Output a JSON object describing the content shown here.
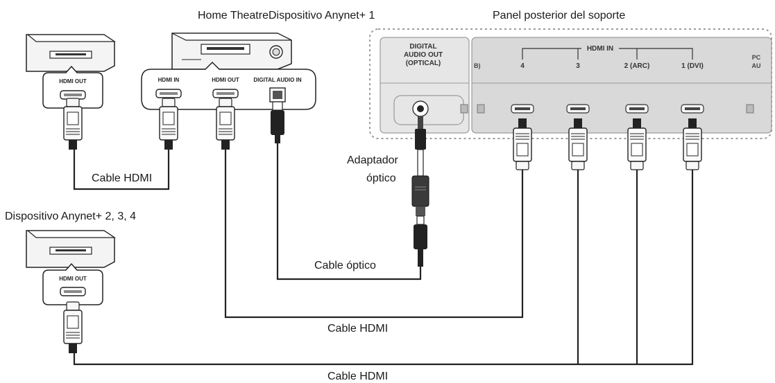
{
  "labels": {
    "home_theatre": "Home TheatreDispositivo Anynet+ 1",
    "panel_title": "Panel posterior del soporte",
    "anynet_234": "Dispositivo Anynet+ 2, 3, 4",
    "cable_hdmi_left": "Cable HDMI",
    "cable_hdmi_mid": "Cable HDMI",
    "cable_hdmi_bottom": "Cable HDMI",
    "cable_optico": "Cable óptico",
    "adaptador_line1": "Adaptador",
    "adaptador_line2": "óptico"
  },
  "ports": {
    "hdmi_out_top": "HDMI OUT",
    "hdmi_out_bottom": "HDMI OUT",
    "hdmi_in": "HDMI IN",
    "hdmi_out_ht": "HDMI OUT",
    "digital_audio_in": "DIGITAL AUDIO IN"
  },
  "panel": {
    "digital_audio_out_l1": "DIGITAL",
    "digital_audio_out_l2": "AUDIO OUT",
    "digital_audio_out_l3": "(OPTICAL)",
    "hdmi_in_group": "HDMI IN",
    "port_4": "4",
    "port_3": "3",
    "port_2": "2 (ARC)",
    "port_1": "1 (DVI)",
    "edge_left": "B)",
    "edge_right_l1": "PC",
    "edge_right_l2": "AU"
  },
  "colors": {
    "line": "#222222",
    "device_fill": "#f4f4f4",
    "panel_fill": "#d9d9d9",
    "panel_fill_light": "#e6e6e6",
    "dash": "#9a9a9a"
  }
}
